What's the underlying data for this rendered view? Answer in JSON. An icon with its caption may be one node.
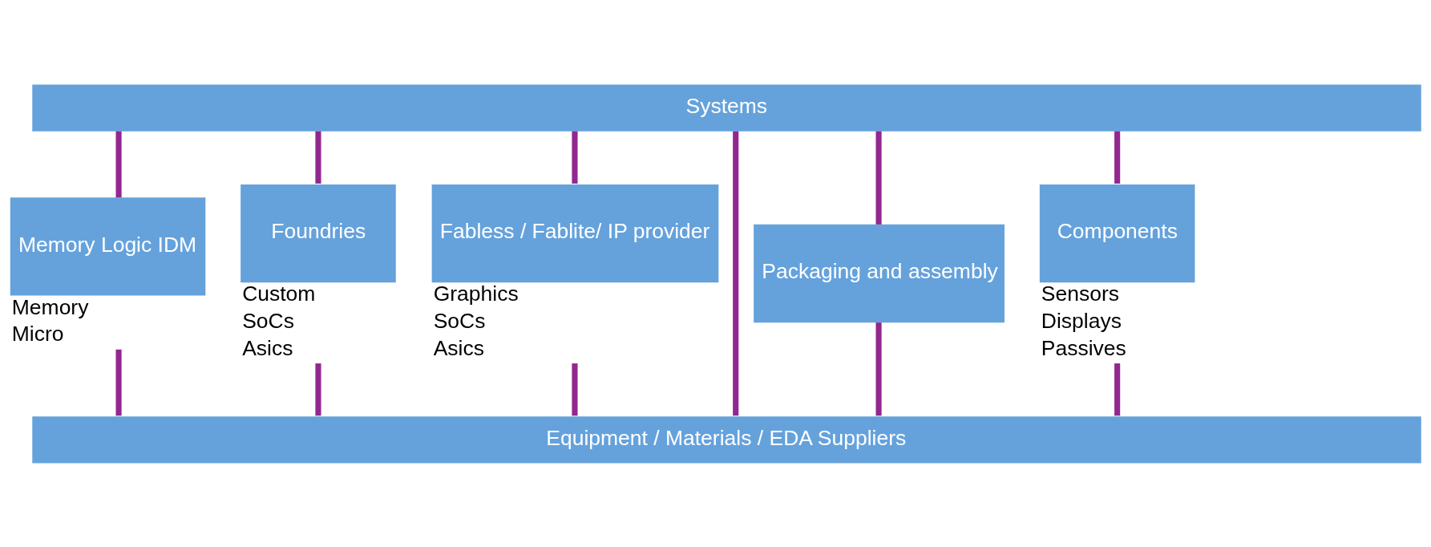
{
  "diagram": {
    "nodes": [
      {
        "text": [
          "Systems"
        ]
      },
      {
        "text": [
          "Memory Logic IDM"
        ],
        "beside": [
          "Memory",
          "Micro"
        ]
      },
      {
        "text": [
          "Foundries"
        ],
        "beside": [
          "Custom",
          "SoCs",
          "Asics"
        ]
      },
      {
        "text": [
          "Fabless / Fablite/ IP provider"
        ],
        "beside": [
          "Graphics",
          "SoCs",
          "Asics"
        ]
      },
      {
        "text": [
          "Packaging and assembly"
        ]
      },
      {
        "text": [
          "Components"
        ],
        "beside": [
          "Sensors",
          "Displays",
          "Passives"
        ]
      },
      {
        "text": [
          "Equipment / Materials / EDA Suppliers"
        ]
      }
    ],
    "edges": [
      {
        "from": 0,
        "to": 1,
        "arrow": "none"
      },
      {
        "from": 0,
        "to": 2,
        "arrow": "none"
      },
      {
        "from": 0,
        "to": 3,
        "arrow": "none"
      },
      {
        "from": 0,
        "to": 4,
        "arrow": "none"
      },
      {
        "from": 0,
        "to": 5,
        "arrow": "none"
      },
      {
        "from": 1,
        "to": 6,
        "arrow": "none"
      },
      {
        "from": 2,
        "to": 6,
        "arrow": "none"
      },
      {
        "from": 3,
        "to": 6,
        "arrow": "none"
      },
      {
        "from": 4,
        "to": 6,
        "arrow": "none"
      },
      {
        "from": 5,
        "to": 6,
        "arrow": "none"
      },
      {
        "from": 0,
        "to": 6,
        "arrow": "none"
      }
    ]
  }
}
